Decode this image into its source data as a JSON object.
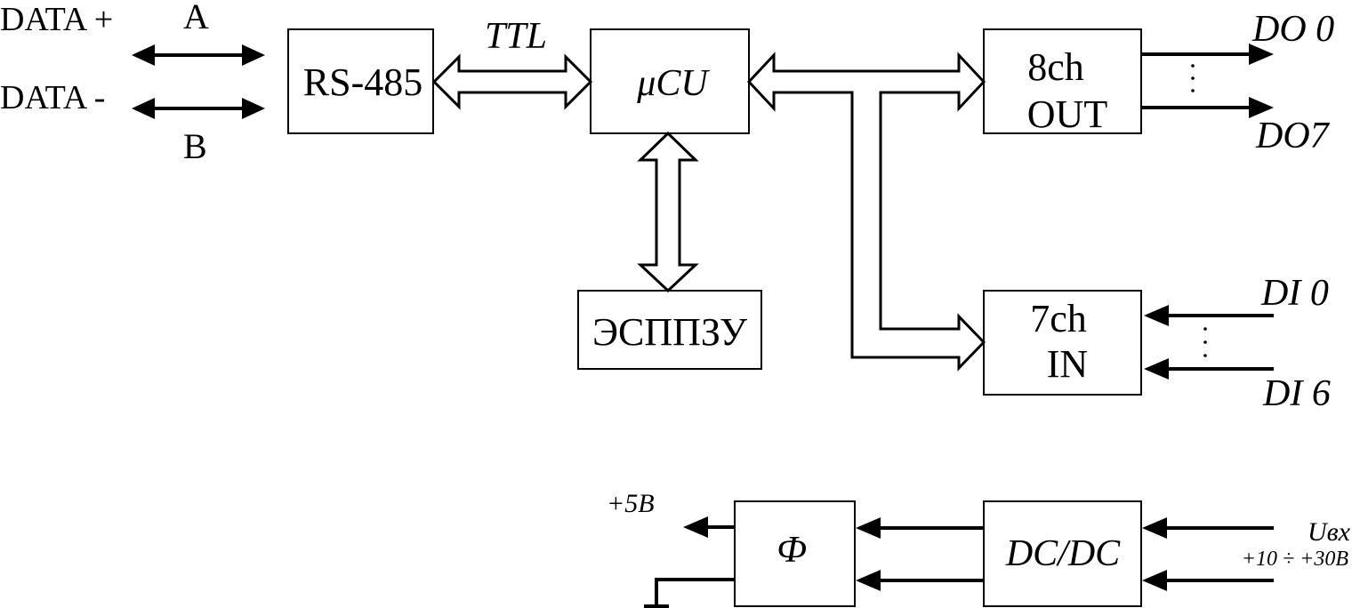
{
  "inputs": {
    "data_plus": "DATA +",
    "data_minus": "DATA -",
    "line_a": "A",
    "line_b": "B"
  },
  "blocks": {
    "rs485": "RS-485",
    "mcu": "μCU",
    "eeprom": "ЭСППЗУ",
    "out_line1": "8ch",
    "out_line2": "OUT",
    "in_line1": "7ch",
    "in_line2": "IN",
    "filter": "Ф",
    "dcdc": "DC/DC"
  },
  "buses": {
    "ttl": "TTL"
  },
  "outputs": {
    "do_first": "DO 0",
    "do_last": "DO7"
  },
  "digital_inputs": {
    "di_first": "DI 0",
    "di_last": "DI 6"
  },
  "power": {
    "out_voltage": "+5В",
    "in_label": "Uвх",
    "in_range": "+10 ÷ +30В"
  }
}
